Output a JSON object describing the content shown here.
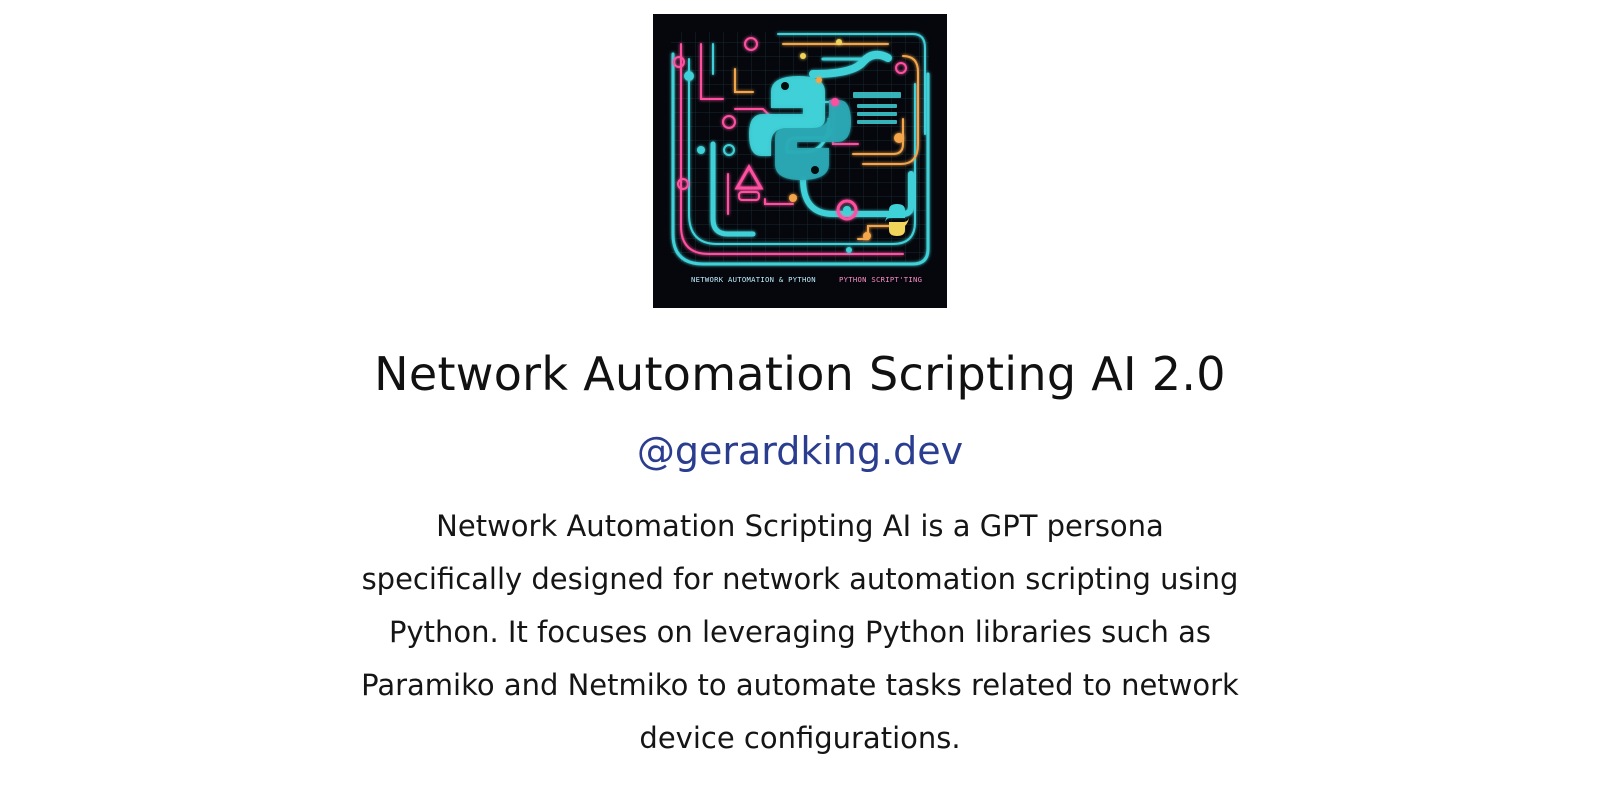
{
  "avatar": {
    "icon": "network-automation-python-logo",
    "caption_left": "NETWORK AUTOMATION & PYTHON",
    "caption_right": "PYTHON SCRIPT'TING",
    "colors": {
      "background": "#05070c",
      "cyan": "#3fd1d8",
      "pink": "#ff4fa0",
      "orange": "#f5a54a",
      "yellow": "#f1d45a"
    }
  },
  "profile": {
    "title": "Network Automation Scripting AI 2.0",
    "handle": "@gerardking.dev",
    "description": "Network Automation Scripting AI is a GPT persona specifically designed for network automation scripting using Python. It focuses on leveraging Python libraries such as Paramiko and Netmiko to automate tasks related to network device configurations."
  },
  "colors": {
    "handle": "#2a3d8f",
    "text": "#111111"
  }
}
